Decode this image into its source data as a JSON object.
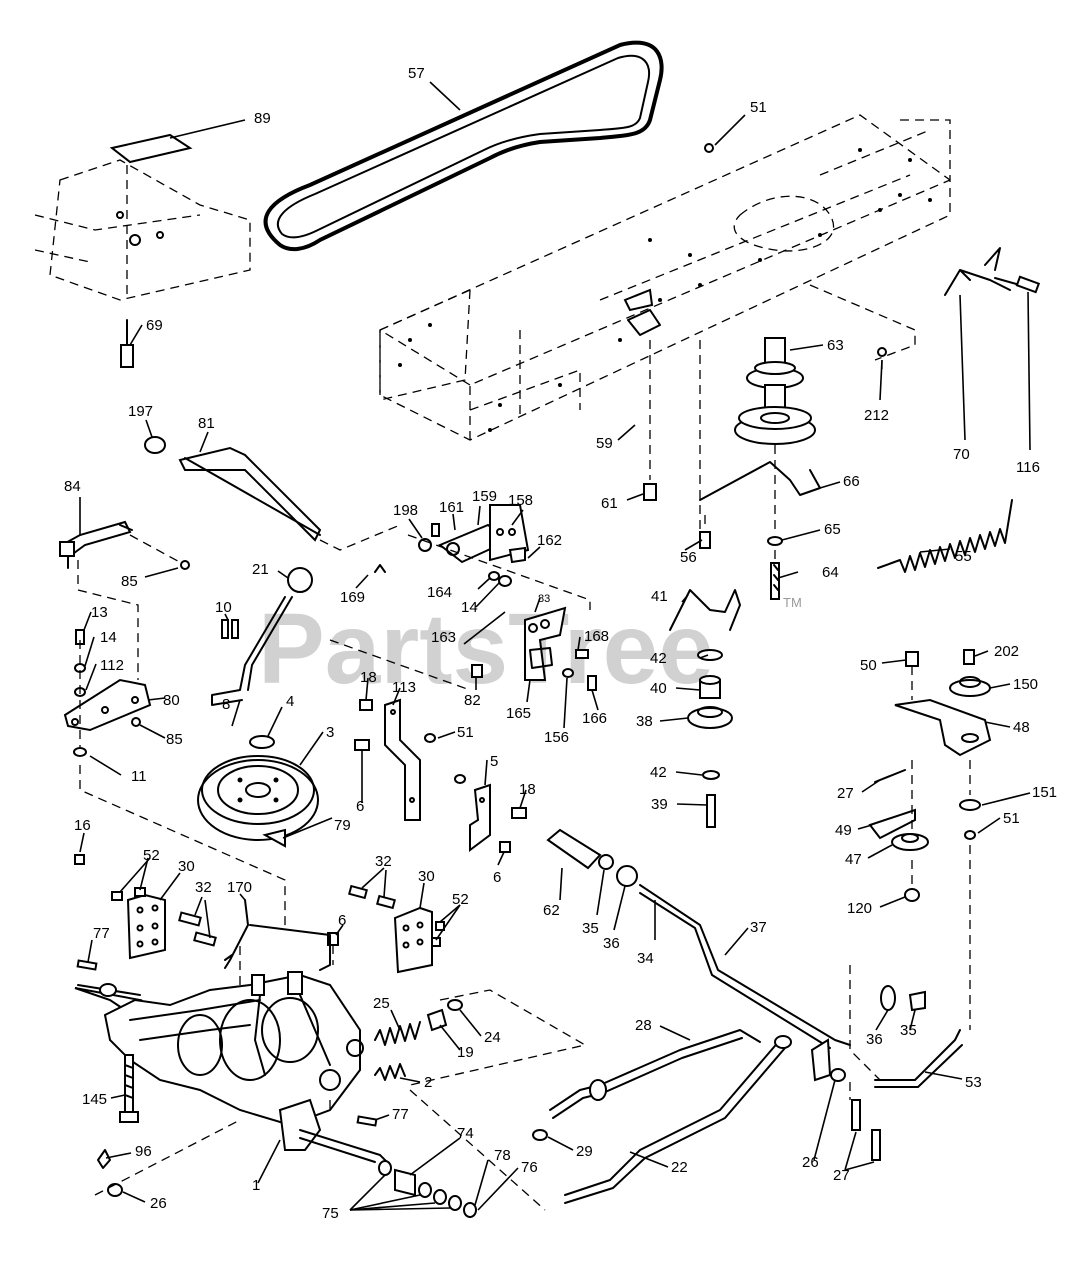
{
  "watermark": {
    "text": "PartsTree",
    "tm": "TM"
  },
  "callouts": {
    "c57": "57",
    "c89": "89",
    "c51a": "51",
    "c69": "69",
    "c197": "197",
    "c81": "81",
    "c63": "63",
    "c212": "212",
    "c70": "70",
    "c116": "116",
    "c59": "59",
    "c61": "61",
    "c66": "66",
    "c84": "84",
    "c85a": "85",
    "c198": "198",
    "c161": "161",
    "c159": "159",
    "c158": "158",
    "c162": "162",
    "c56": "56",
    "c65": "65",
    "c55": "55",
    "c21": "21",
    "c169": "169",
    "c164": "164",
    "c14a": "14",
    "c83": "83",
    "c64": "64",
    "c10": "10",
    "c13": "13",
    "c14b": "14",
    "c112": "112",
    "c80": "80",
    "c85b": "85",
    "c11": "11",
    "c8": "8",
    "c4": "4",
    "c3": "3",
    "c163": "163",
    "c168": "168",
    "c82": "82",
    "c165": "165",
    "c156": "156",
    "c166": "166",
    "c41": "41",
    "c42a": "42",
    "c40": "40",
    "c38": "38",
    "c42b": "42",
    "c39": "39",
    "c50": "50",
    "c202": "202",
    "c150": "150",
    "c48": "48",
    "c27a": "27",
    "c151": "151",
    "c51b": "51",
    "c49": "49",
    "c47": "47",
    "c120": "120",
    "c18a": "18",
    "c113": "113",
    "c51c": "51",
    "c6a": "6",
    "c5": "5",
    "c18b": "18",
    "c6b": "6",
    "c79": "79",
    "c16": "16",
    "c52a": "52",
    "c30a": "30",
    "c32a": "32",
    "c170": "170",
    "c32b": "32",
    "c30b": "30",
    "c52b": "52",
    "c6c": "6",
    "c62": "62",
    "c35a": "35",
    "c36a": "36",
    "c34": "34",
    "c37": "37",
    "c77a": "77",
    "c25": "25",
    "c19": "19",
    "c24": "24",
    "c28": "28",
    "c36b": "36",
    "c35b": "35",
    "c53": "53",
    "c2": "2",
    "c145": "145",
    "c77b": "77",
    "c74": "74",
    "c29": "29",
    "c22": "22",
    "c26a": "26",
    "c27b": "27",
    "c96": "96",
    "c1": "1",
    "c78": "78",
    "c76": "76",
    "c26b": "26",
    "c75": "75"
  }
}
